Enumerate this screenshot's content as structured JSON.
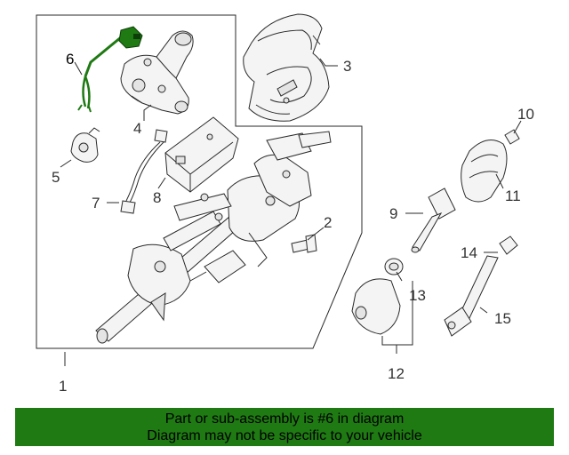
{
  "diagram": {
    "callouts": [
      {
        "id": "1",
        "text": "1"
      },
      {
        "id": "2",
        "text": "2"
      },
      {
        "id": "3",
        "text": "3"
      },
      {
        "id": "4",
        "text": "4"
      },
      {
        "id": "5",
        "text": "5"
      },
      {
        "id": "6",
        "text": "6"
      },
      {
        "id": "7",
        "text": "7"
      },
      {
        "id": "8",
        "text": "8"
      },
      {
        "id": "9",
        "text": "9"
      },
      {
        "id": "10",
        "text": "10"
      },
      {
        "id": "11",
        "text": "11"
      },
      {
        "id": "12",
        "text": "12"
      },
      {
        "id": "13",
        "text": "13"
      },
      {
        "id": "14",
        "text": "14"
      },
      {
        "id": "15",
        "text": "15"
      }
    ],
    "highlighted_part": "6",
    "highlight_color": "#1f7a13"
  },
  "footer": {
    "line1": "Part or sub-assembly is #6 in diagram",
    "line2": "Diagram may not be specific to your vehicle",
    "background_color": "#1f7a13"
  }
}
